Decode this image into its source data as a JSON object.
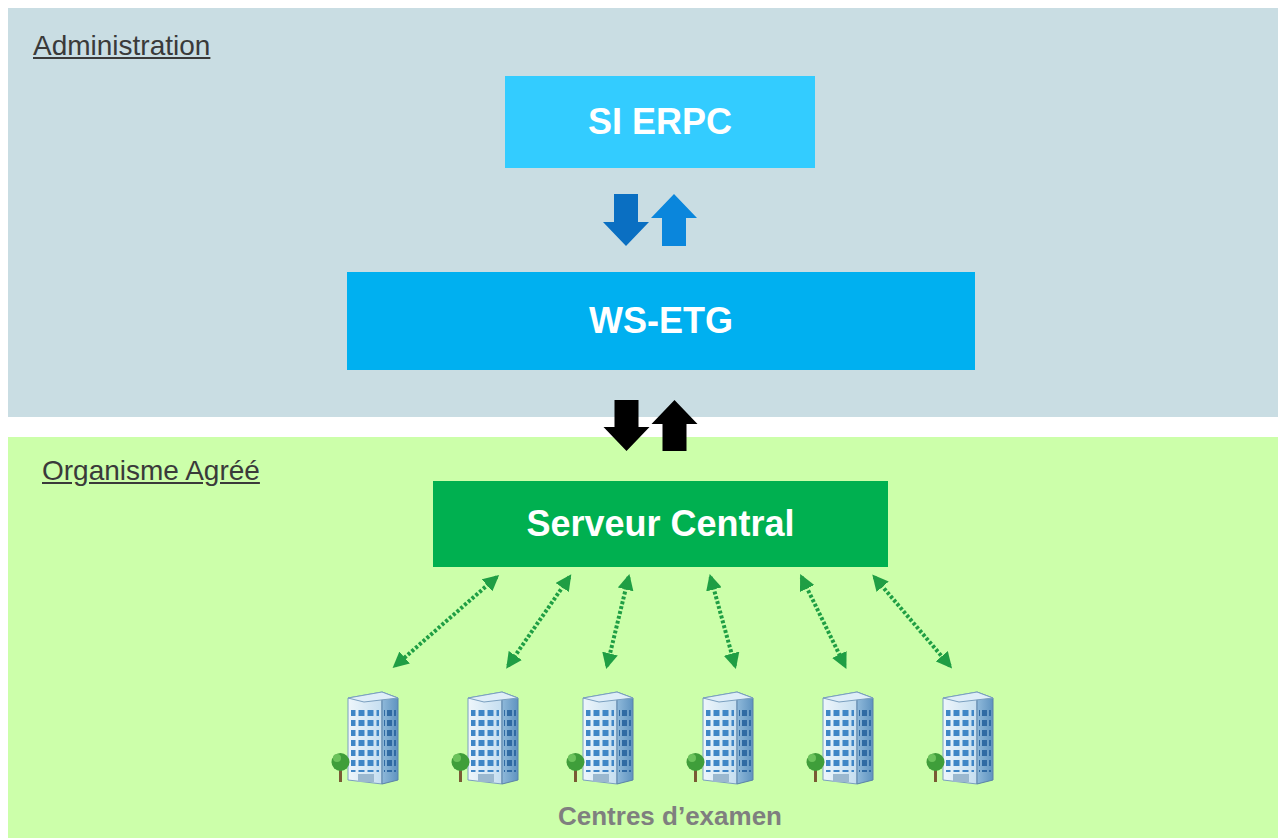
{
  "diagram": {
    "nodes": [
      {
        "text": [
          "Administration"
        ]
      },
      {
        "text": [
          "SI ERPC"
        ],
        "in": 0
      },
      {
        "text": [
          "WS-ETG"
        ],
        "in": 0
      },
      {
        "text": [
          "Organisme Agréé"
        ]
      },
      {
        "text": [
          "Serveur Central"
        ],
        "in": 3
      },
      {
        "text": [
          "Centres d’examen"
        ],
        "in": 3
      }
    ],
    "edges": [
      {
        "from": 1,
        "to": 2,
        "arrow": "both"
      },
      {
        "from": 2,
        "to": 4,
        "arrow": "both"
      },
      {
        "from": 4,
        "to": 5,
        "arrow": "both"
      },
      {
        "from": 4,
        "to": 5,
        "arrow": "both"
      },
      {
        "from": 4,
        "to": 5,
        "arrow": "both"
      },
      {
        "from": 4,
        "to": 5,
        "arrow": "both"
      },
      {
        "from": 4,
        "to": 5,
        "arrow": "both"
      },
      {
        "from": 4,
        "to": 5,
        "arrow": "both"
      }
    ]
  }
}
